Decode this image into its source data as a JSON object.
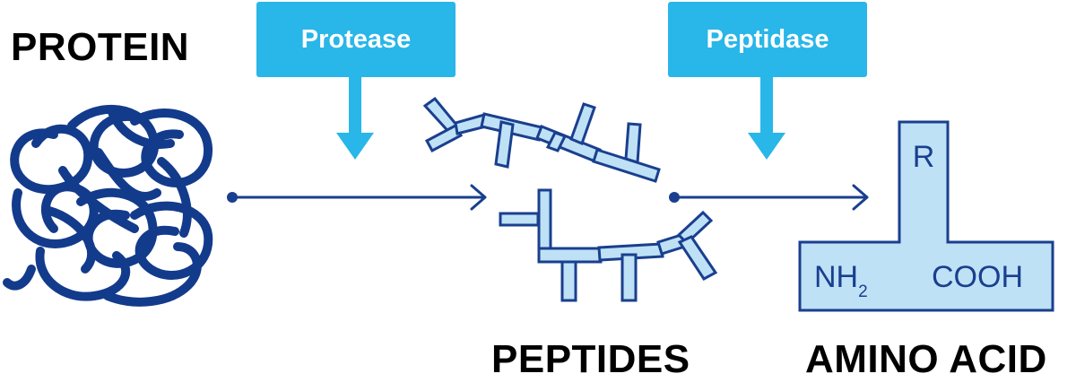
{
  "labels": {
    "protein": "PROTEIN",
    "peptides": "PEPTIDES",
    "amino_acid": "AMINO ACID"
  },
  "enzymes": {
    "protease": "Protease",
    "peptidase": "Peptidase"
  },
  "amino_acid_structure": {
    "side_chain": "R",
    "amine_group": "NH",
    "amine_subscript": "2",
    "carboxyl_group": "COOH"
  },
  "colors": {
    "enzyme_blue": "#29b6e8",
    "protein_navy": "#133b8c",
    "fragment_fill": "#bfe1f6",
    "outline_navy": "#1a3f8f"
  }
}
